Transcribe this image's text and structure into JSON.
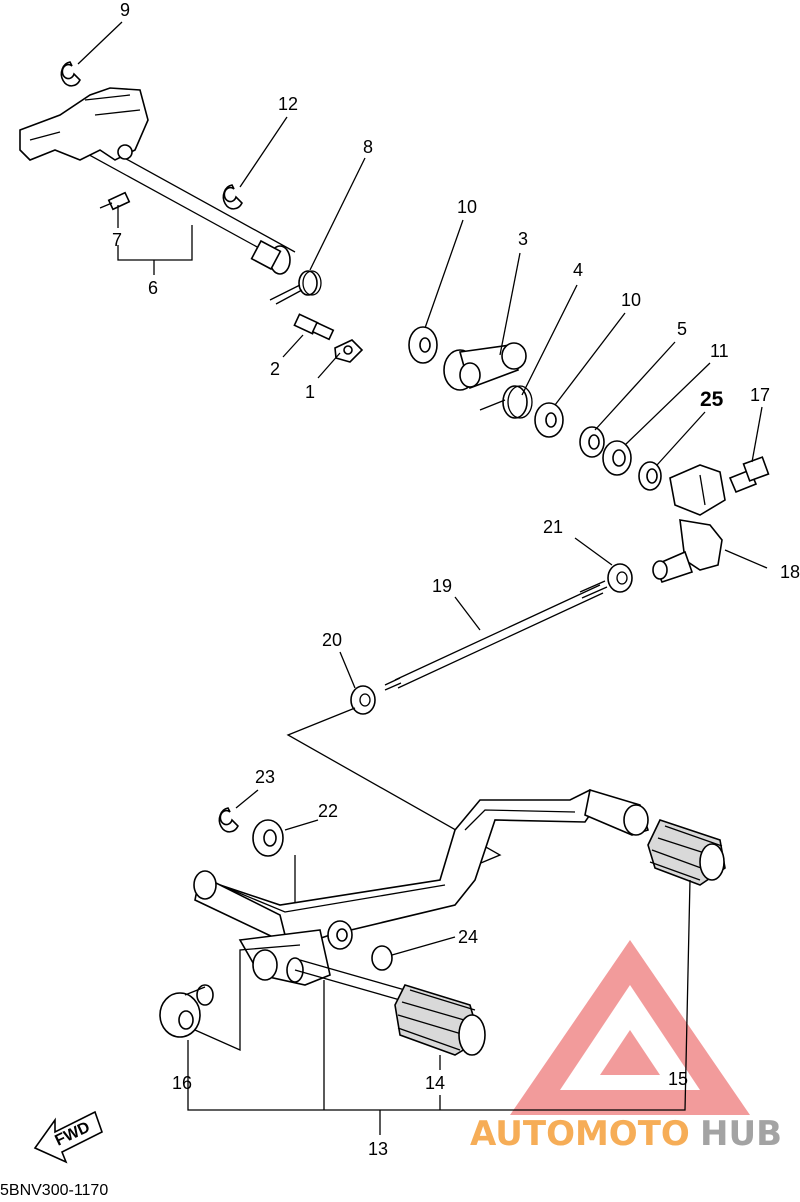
{
  "callouts": {
    "c1": "1",
    "c2": "2",
    "c3": "3",
    "c4": "4",
    "c5": "5",
    "c6": "6",
    "c7": "7",
    "c8": "8",
    "c9": "9",
    "c10a": "10",
    "c10b": "10",
    "c11": "11",
    "c12": "12",
    "c13": "13",
    "c14": "14",
    "c15": "15",
    "c16": "16",
    "c17": "17",
    "c18": "18",
    "c19": "19",
    "c20": "20",
    "c21": "21",
    "c22": "22",
    "c23": "23",
    "c24": "24",
    "c25": "25"
  },
  "fwd_label": "FWD",
  "diagram_code": "5BNV300-1170",
  "watermark": {
    "part1": "AUTOMOTO",
    "part2": "HUB",
    "color1": "#f6a545",
    "color2": "#9a9a9a",
    "logo_color": "#f08080"
  }
}
